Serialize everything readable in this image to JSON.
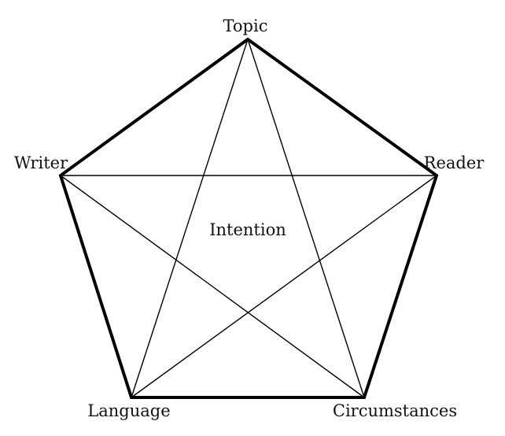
{
  "diagram": {
    "center_label": "Intention",
    "nodes": {
      "topic": "Topic",
      "writer": "Writer",
      "reader": "Reader",
      "language": "Language",
      "circumstances": "Circumstances"
    }
  }
}
